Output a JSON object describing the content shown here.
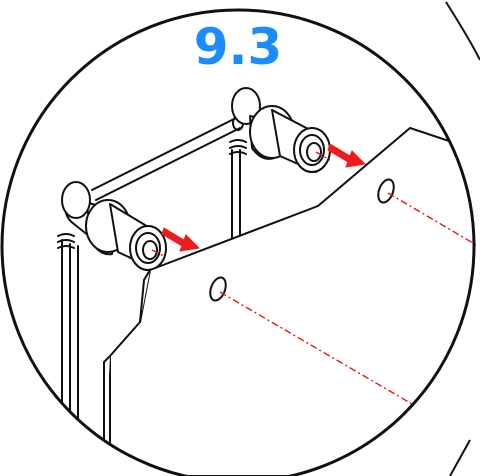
{
  "step": {
    "label": "9.3"
  },
  "colors": {
    "step_label": "#1a8cff",
    "outline": "#111111",
    "arrow": "#ee1c1c",
    "guide_line": "#e01818",
    "background": "#ffffff"
  },
  "parts": [
    "left-standoff",
    "right-standoff",
    "panel-with-two-holes",
    "frame-rails"
  ],
  "arrows": [
    {
      "name": "left-insert-arrow",
      "direction": "toward-panel"
    },
    {
      "name": "right-insert-arrow",
      "direction": "toward-panel"
    }
  ]
}
